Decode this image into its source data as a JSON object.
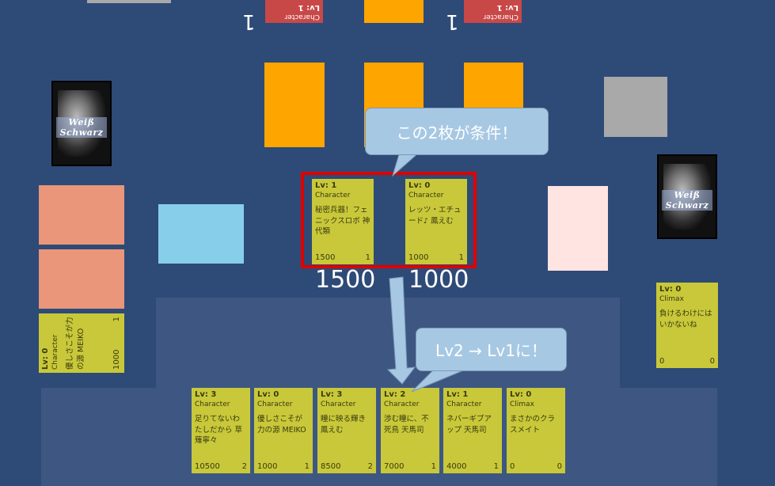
{
  "opponent": {
    "top_cards": [
      {
        "lv": "Lv: 1",
        "type": "Character"
      },
      {
        "lv": "Lv: 1",
        "type": "Character"
      }
    ],
    "numbers": [
      "1",
      "1"
    ]
  },
  "battle_pair": {
    "highlight_color": "#e00000",
    "cards": [
      {
        "lv": "Lv: 1",
        "type": "Character",
        "name": "秘密兵器！フェニックスロボ 神代類",
        "power": "1500",
        "soul": "1"
      },
      {
        "lv": "Lv: 0",
        "type": "Character",
        "name": "レッツ・エチュード♪ 鳳えむ",
        "power": "1000",
        "soul": "1"
      }
    ],
    "powers": [
      "1500",
      "1000"
    ]
  },
  "callouts": {
    "condition": "この2枚が条件！",
    "level_change": "Lv2 → Lv1に！"
  },
  "left_side": {
    "clock_card": {
      "lv": "Lv: 0",
      "type": "Character",
      "name": "優しさこそが力の源 MEIKO",
      "power": "1000",
      "soul": "1"
    }
  },
  "right_side": {
    "climax_card": {
      "lv": "Lv: 0",
      "type": "Climax",
      "name": "負けるわけにはいかないね",
      "power": "0",
      "soul": "0"
    }
  },
  "hand": [
    {
      "lv": "Lv: 3",
      "type": "Character",
      "name": "足りてないわたしだから 草薙寧々",
      "power": "10500",
      "soul": "2"
    },
    {
      "lv": "Lv: 0",
      "type": "Character",
      "name": "優しさこそが力の源 MEIKO",
      "power": "1000",
      "soul": "1"
    },
    {
      "lv": "Lv: 3",
      "type": "Character",
      "name": "瞳に映る輝き 鳳えむ",
      "power": "8500",
      "soul": "2"
    },
    {
      "lv": "Lv: 2",
      "type": "Character",
      "name": "渉む瞳に、不死鳥 天馬司",
      "power": "7000",
      "soul": "1"
    },
    {
      "lv": "Lv: 1",
      "type": "Character",
      "name": "ネバーギブアップ 天馬司",
      "power": "4000",
      "soul": "1"
    },
    {
      "lv": "Lv: 0",
      "type": "Climax",
      "name": "まさかのクラスメイト",
      "power": "0",
      "soul": "0"
    }
  ],
  "sleeve_logo": "Weiß Schwarz",
  "colors": {
    "background": "#2e4a77",
    "card": "#c8c83a",
    "stage_slot": "#ffa500",
    "climax_slot": "#87ceeb",
    "clock_slot": "#e9967a",
    "level_slot": "#ffe4e1",
    "memory_slot": "#a9a9a9",
    "callout": "#a7c8e3"
  }
}
